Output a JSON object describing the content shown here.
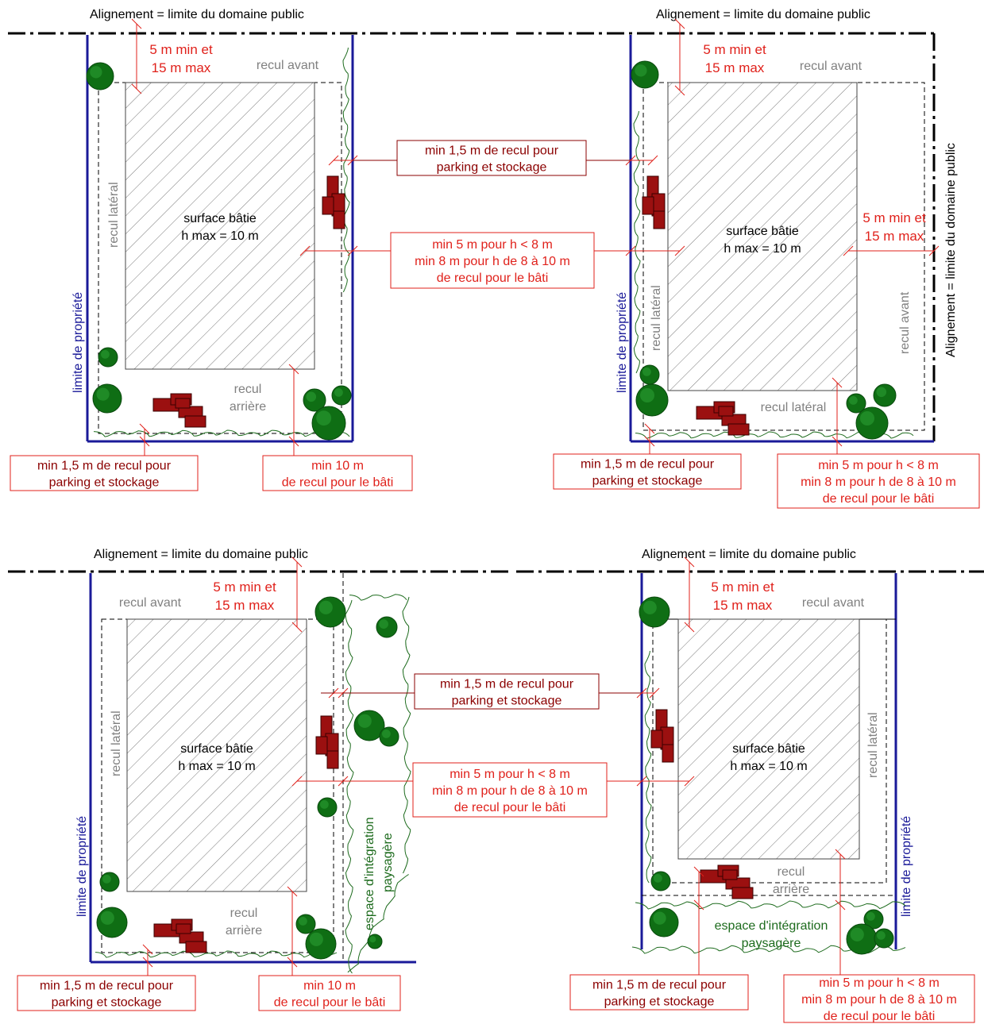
{
  "colors": {
    "red": "#e0211b",
    "dark_red": "#8b0000",
    "car": "#9b1010",
    "blue": "#1a1a99",
    "green": "#1d6b1d",
    "tree": "#0f6e14",
    "grey": "#808080",
    "black": "#000000"
  },
  "labels": {
    "alignement": "Alignement = limite du domaine public",
    "m5_l1": "5 m min et",
    "m5_l2": "15 m max",
    "recul_avant": "recul avant",
    "recul_lateral": "recul latéral",
    "recul_arriere_l1": "recul",
    "recul_arriere_l2": "arrière",
    "surface_l1": "surface bâtie",
    "surface_l2": "h max = 10 m",
    "limite_propriete": "limite de propriété",
    "park_l1": "min 1,5 m de recul  pour",
    "park_l2": "parking et stockage",
    "bati_l1": "min 5 m pour h < 8 m",
    "bati_l2": "min 8 m pour  h de 8 à 10 m",
    "bati_l3": "de recul pour le bâti",
    "min10_l1": "min 10 m",
    "min10_l2": "de recul pour le bâti",
    "espace_l1": "espace d'intégration",
    "espace_l2": "paysagère"
  }
}
